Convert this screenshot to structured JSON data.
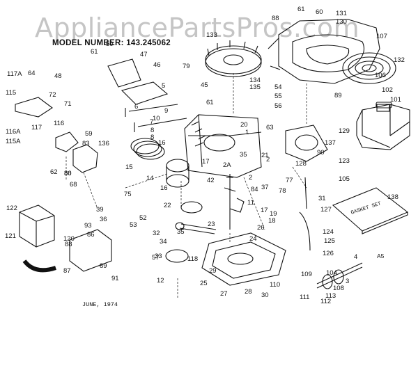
{
  "watermark": "AppliancePartsPros.com",
  "model_number": "MODEL NUMBER: 143.245062",
  "date": "JUNE, 1974",
  "sheet_mark": "A5",
  "gasket_set_label": "GASKET SET",
  "part_labels": [
    "61",
    "60",
    "131",
    "130",
    "107",
    "132",
    "106",
    "102",
    "101",
    "89",
    "133",
    "88",
    "134",
    "135",
    "54",
    "55",
    "56",
    "63",
    "129",
    "137",
    "90",
    "128",
    "123",
    "105",
    "138",
    "45",
    "61",
    "79",
    "46",
    "47",
    "61",
    "50",
    "48",
    "117A",
    "64",
    "72",
    "71",
    "115",
    "117",
    "116",
    "116A",
    "115A",
    "59",
    "83",
    "136",
    "62",
    "86",
    "80",
    "68",
    "5",
    "6",
    "9",
    "10",
    "8",
    "8",
    "7",
    "16",
    "15",
    "14",
    "16",
    "17",
    "2A",
    "42",
    "2",
    "37",
    "78",
    "77",
    "84",
    "31",
    "127",
    "39",
    "36",
    "93",
    "75",
    "22",
    "11",
    "17",
    "18",
    "19",
    "23",
    "124",
    "125",
    "126",
    "122",
    "121",
    "120",
    "88",
    "87",
    "86",
    "89",
    "91",
    "57",
    "53",
    "52",
    "32",
    "33",
    "34",
    "35",
    "118",
    "12",
    "25",
    "24",
    "26",
    "29",
    "27",
    "28",
    "30",
    "110",
    "109",
    "111",
    "112",
    "113",
    "108",
    "104",
    "3",
    "4",
    "1",
    "20",
    "21",
    "2",
    "35"
  ]
}
